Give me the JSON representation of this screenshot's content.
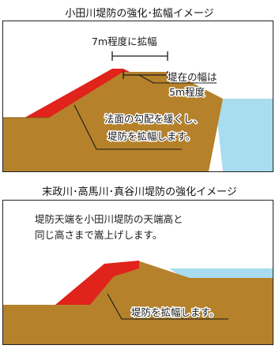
{
  "diagram1": {
    "title": "小田川堤防の強化･拡幅イメージ",
    "label_width": "7m程度に拡幅",
    "label_current_line1": "堤在の幅は",
    "label_current_line2": "5m程度",
    "label_slope_line1": "法面の勾配を緩くし、",
    "label_slope_line2": "堤防を拡幅します。"
  },
  "diagram2": {
    "title": "末政川･高馬川･真谷川堤防の強化イメージ",
    "label_raise_line1": "堤防天端を小田川堤防の天端高と",
    "label_raise_line2": "同じ高さまで嵩上げします。",
    "label_widen": "堤防を拡幅します。"
  },
  "colors": {
    "ground": "#b5812b",
    "levee_addition": "#e0231b",
    "water": "#a8dcef"
  }
}
